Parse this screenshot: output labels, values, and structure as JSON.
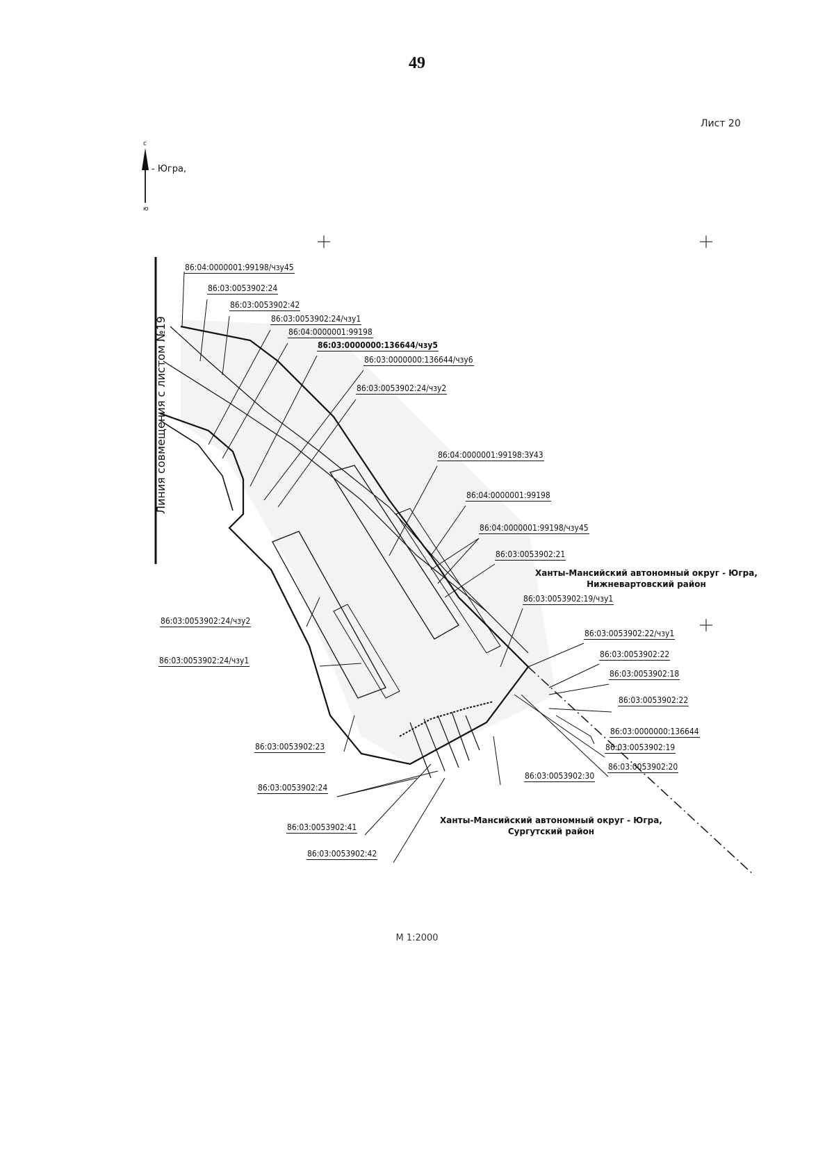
{
  "page": {
    "number": "49",
    "sheet_label": "Лист 20",
    "scale": "М 1:2000"
  },
  "north_arrow": {
    "icon": "north-arrow-icon",
    "top_letter": "с",
    "bottom_letter": "ю",
    "label": "- Югра,"
  },
  "match_line_label": "Линия совмещения с листом №19",
  "regions": {
    "nizhnevartovsk": {
      "line1": "Ханты-Мансийский автономный округ - Югра,",
      "line2": "Нижневартовский район"
    },
    "surgut": {
      "line1": "Ханты-Мансийский автономный округ - Югра,",
      "line2": "Сургутский район"
    }
  },
  "parcels": [
    "86:04:0000001:99198/чзу45",
    "86:03:0053902:24",
    "86:03:0053902:42",
    "86:03:0053902:24/чзу1",
    "86:04:0000001:99198",
    "86:03:0000000:136644/чзу5",
    "86:03:0000000:136644/чзу6",
    "86:03:0053902:24/чзу2",
    "86:04:0000001:99198:ЗУ43",
    "86:04:0000001:99198",
    "86:04:0000001:99198/чзу45",
    "86:03:0053902:21",
    "86:03:0053902:19/чзу1",
    "86:03:0053902:24/чзу2",
    "86:03:0053902:22/чзу1",
    "86:03:0053902:22",
    "86:03:0053902:24/чзу1",
    "86:03:0053902:18",
    "86:03:0053902:22",
    "86:03:0000000:136644",
    "86:03:0053902:23",
    "86:03:0053902:19",
    "86:03:0053902:20",
    "86:03:0053902:30",
    "86:03:0053902:24",
    "86:03:0053902:41",
    "86:03:0053902:42"
  ]
}
